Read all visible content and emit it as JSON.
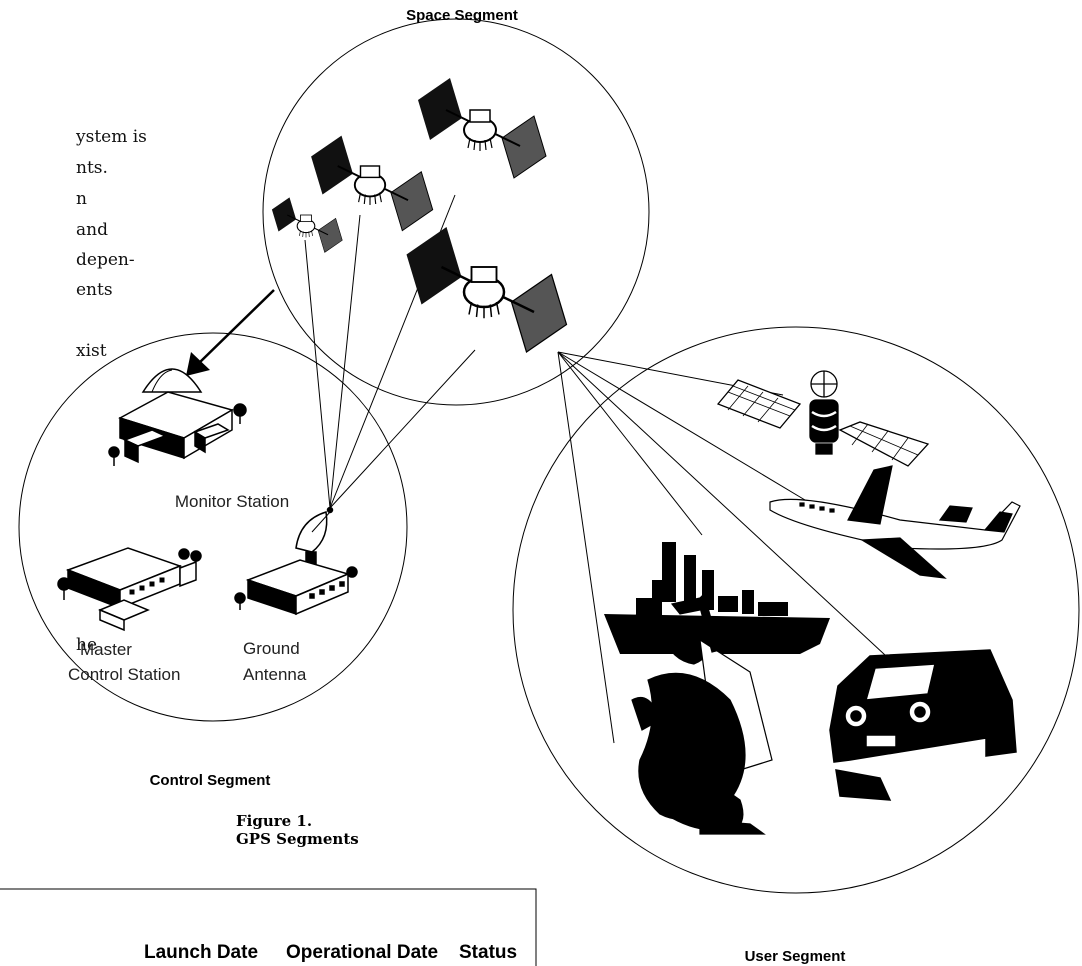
{
  "segments": {
    "space": "Space Segment",
    "control": "Control Segment",
    "user": "User Segment"
  },
  "control_labels": {
    "monitor": "Monitor Station",
    "master_line1": "Master",
    "master_line2": "Control Station",
    "ground_line1": "Ground",
    "ground_line2": "Antenna"
  },
  "body_fragments": [
    "ystem is",
    "nts.",
    "n",
    "and",
    "depen-",
    "ents",
    "xist",
    "he"
  ],
  "caption": {
    "line1": "Figure 1.",
    "line2": "GPS Segments"
  },
  "table_headers": [
    "Launch Date",
    "Operational Date",
    "Status"
  ]
}
